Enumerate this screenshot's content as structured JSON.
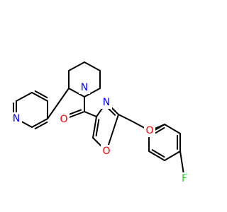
{
  "colors": {
    "bond": "#000000",
    "nitrogen": "#0000ff",
    "oxygen": "#ff0000",
    "fluorine": "#33cc33",
    "background": "#ffffff"
  },
  "atoms": [
    {
      "id": "n-pyridine",
      "symbol": "N",
      "element": "nitrogen"
    },
    {
      "id": "n-piperidine",
      "symbol": "N",
      "element": "nitrogen"
    },
    {
      "id": "o-carbonyl",
      "symbol": "O",
      "element": "oxygen"
    },
    {
      "id": "n-oxazole",
      "symbol": "N",
      "element": "nitrogen"
    },
    {
      "id": "o-oxazole",
      "symbol": "O",
      "element": "oxygen"
    },
    {
      "id": "o-ether",
      "symbol": "O",
      "element": "oxygen"
    },
    {
      "id": "f-aryl",
      "symbol": "F",
      "element": "fluorine"
    }
  ]
}
